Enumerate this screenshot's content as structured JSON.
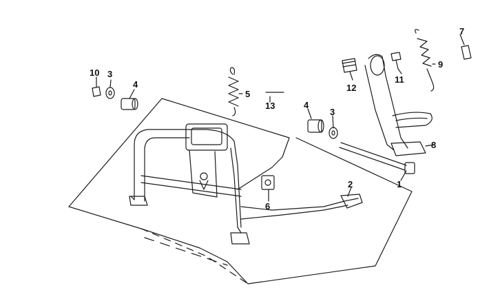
{
  "diagram": {
    "colors": {
      "line": "#1a1a1a",
      "paper": "#ffffff",
      "callout_text": "#111111"
    },
    "callouts": [
      "1",
      "2",
      "3",
      "3",
      "4",
      "4",
      "5",
      "6",
      "7",
      "8",
      "9",
      "10",
      "11",
      "12",
      "13"
    ]
  }
}
